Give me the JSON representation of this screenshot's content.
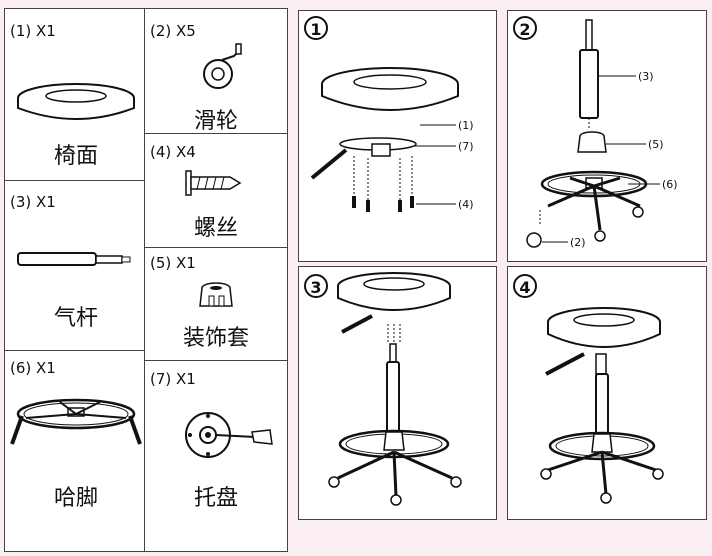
{
  "parts": [
    {
      "qty": "(1) X1",
      "name": "椅面"
    },
    {
      "qty": "(2) X5",
      "name": "滑轮"
    },
    {
      "qty": "(3) X1",
      "name": "气杆"
    },
    {
      "qty": "(4) X4",
      "name": "螺丝"
    },
    {
      "qty": "(5) X1",
      "name": "装饰套"
    },
    {
      "qty": "(6) X1",
      "name": "哈脚"
    },
    {
      "qty": "(7) X1",
      "name": "托盘"
    }
  ],
  "steps": [
    {
      "number": "1",
      "callouts": [
        "(1)",
        "(7)",
        "(4)"
      ]
    },
    {
      "number": "2",
      "callouts": [
        "(3)",
        "(5)",
        "(6)",
        "(2)"
      ]
    },
    {
      "number": "3"
    },
    {
      "number": "4"
    }
  ]
}
